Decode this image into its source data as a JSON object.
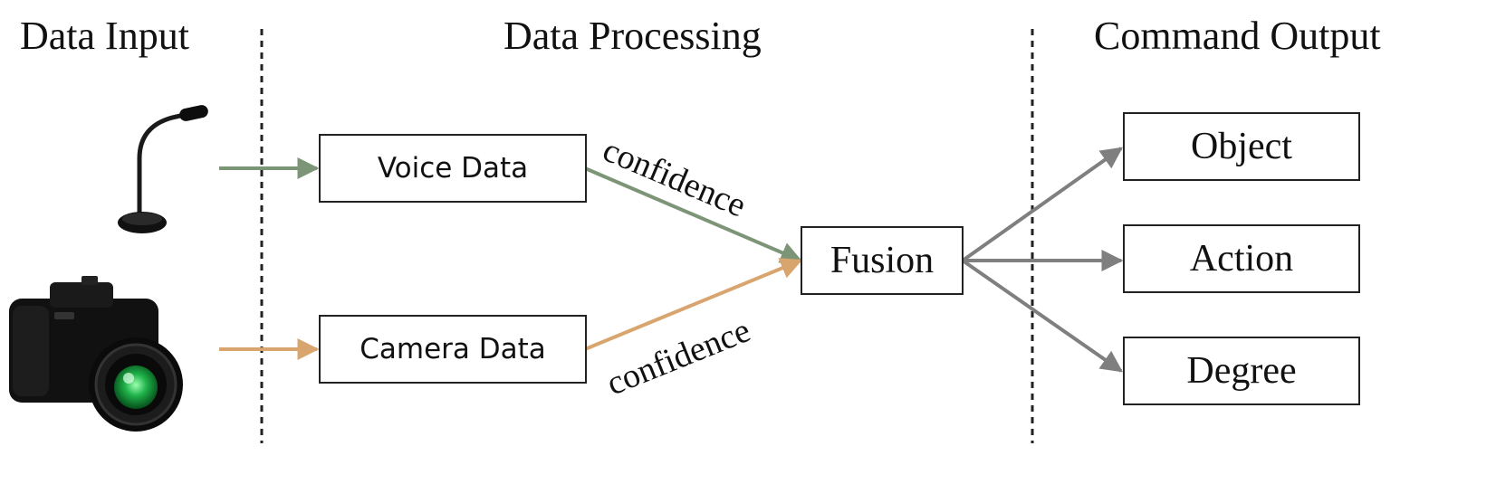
{
  "sections": {
    "input_title": "Data Input",
    "processing_title": "Data Processing",
    "output_title": "Command Output"
  },
  "nodes": {
    "voice": "Voice Data",
    "camera": "Camera Data",
    "fusion": "Fusion",
    "object": "Object",
    "action": "Action",
    "degree": "Degree"
  },
  "edge_labels": {
    "voice_confidence": "confidence",
    "camera_confidence": "confidence"
  },
  "icons": {
    "input_1": "microphone-icon",
    "input_2": "camera-icon"
  },
  "colors": {
    "voice_arrow": "#7d9577",
    "camera_arrow": "#d9a56e",
    "output_arrow": "#7f7f7f",
    "divider": "#222222"
  }
}
